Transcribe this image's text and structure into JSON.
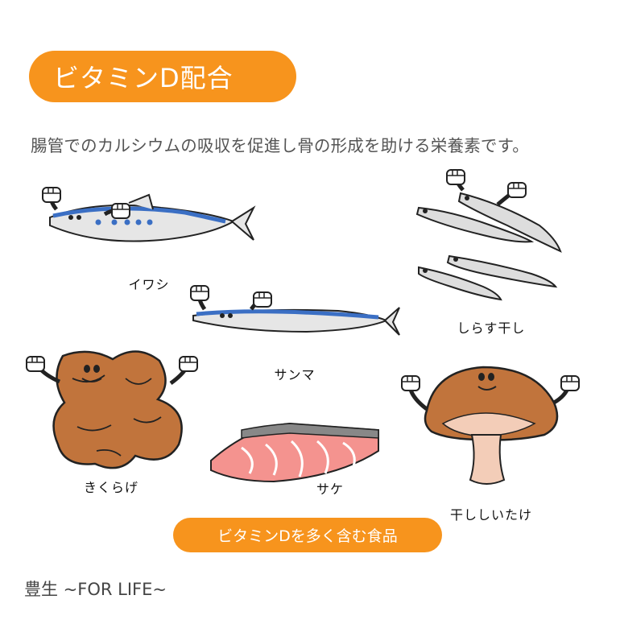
{
  "title": "ビタミンD配合",
  "description": "腸管でのカルシウムの吸収を促進し骨の形成を助ける栄養素です。",
  "foods": {
    "iwashi": "イワシ",
    "shirasu": "しらす干し",
    "sanma": "サンマ",
    "kikurage": "きくらげ",
    "sake": "サケ",
    "shiitake": "干ししいたけ"
  },
  "foods_pill": "ビタミンDを多く含む食品",
  "brand": "豊生 ~FOR LIFE~",
  "colors": {
    "accent": "#f7941d",
    "fish_blue": "#3b6fc4",
    "mushroom": "#c1743c",
    "salmon": "#f4938f"
  }
}
